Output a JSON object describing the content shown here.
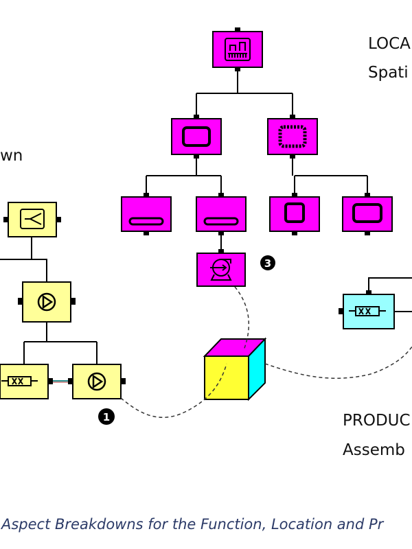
{
  "labels": {
    "location_title": "LOCA",
    "location_sub": "Spati",
    "function_partial": "wn",
    "product_title": "PRODUC",
    "product_sub": "Assemb"
  },
  "markers": {
    "function": "1",
    "location": "3"
  },
  "caption": "Aspect Breakdowns for the Function, Location and Pr",
  "colors": {
    "location": "#ff00ff",
    "function": "#ffff99",
    "product_top": "#ff00ff",
    "product_front": "#ffff33",
    "product_side": "#00ffff",
    "product_part": "#99ffff"
  },
  "icons": {
    "location_root": "building-icon",
    "function_root": "split-icon",
    "function_pump": "pump-icon",
    "function_valve": "valve-icon",
    "location_pump": "centrifugal-pump-icon"
  }
}
